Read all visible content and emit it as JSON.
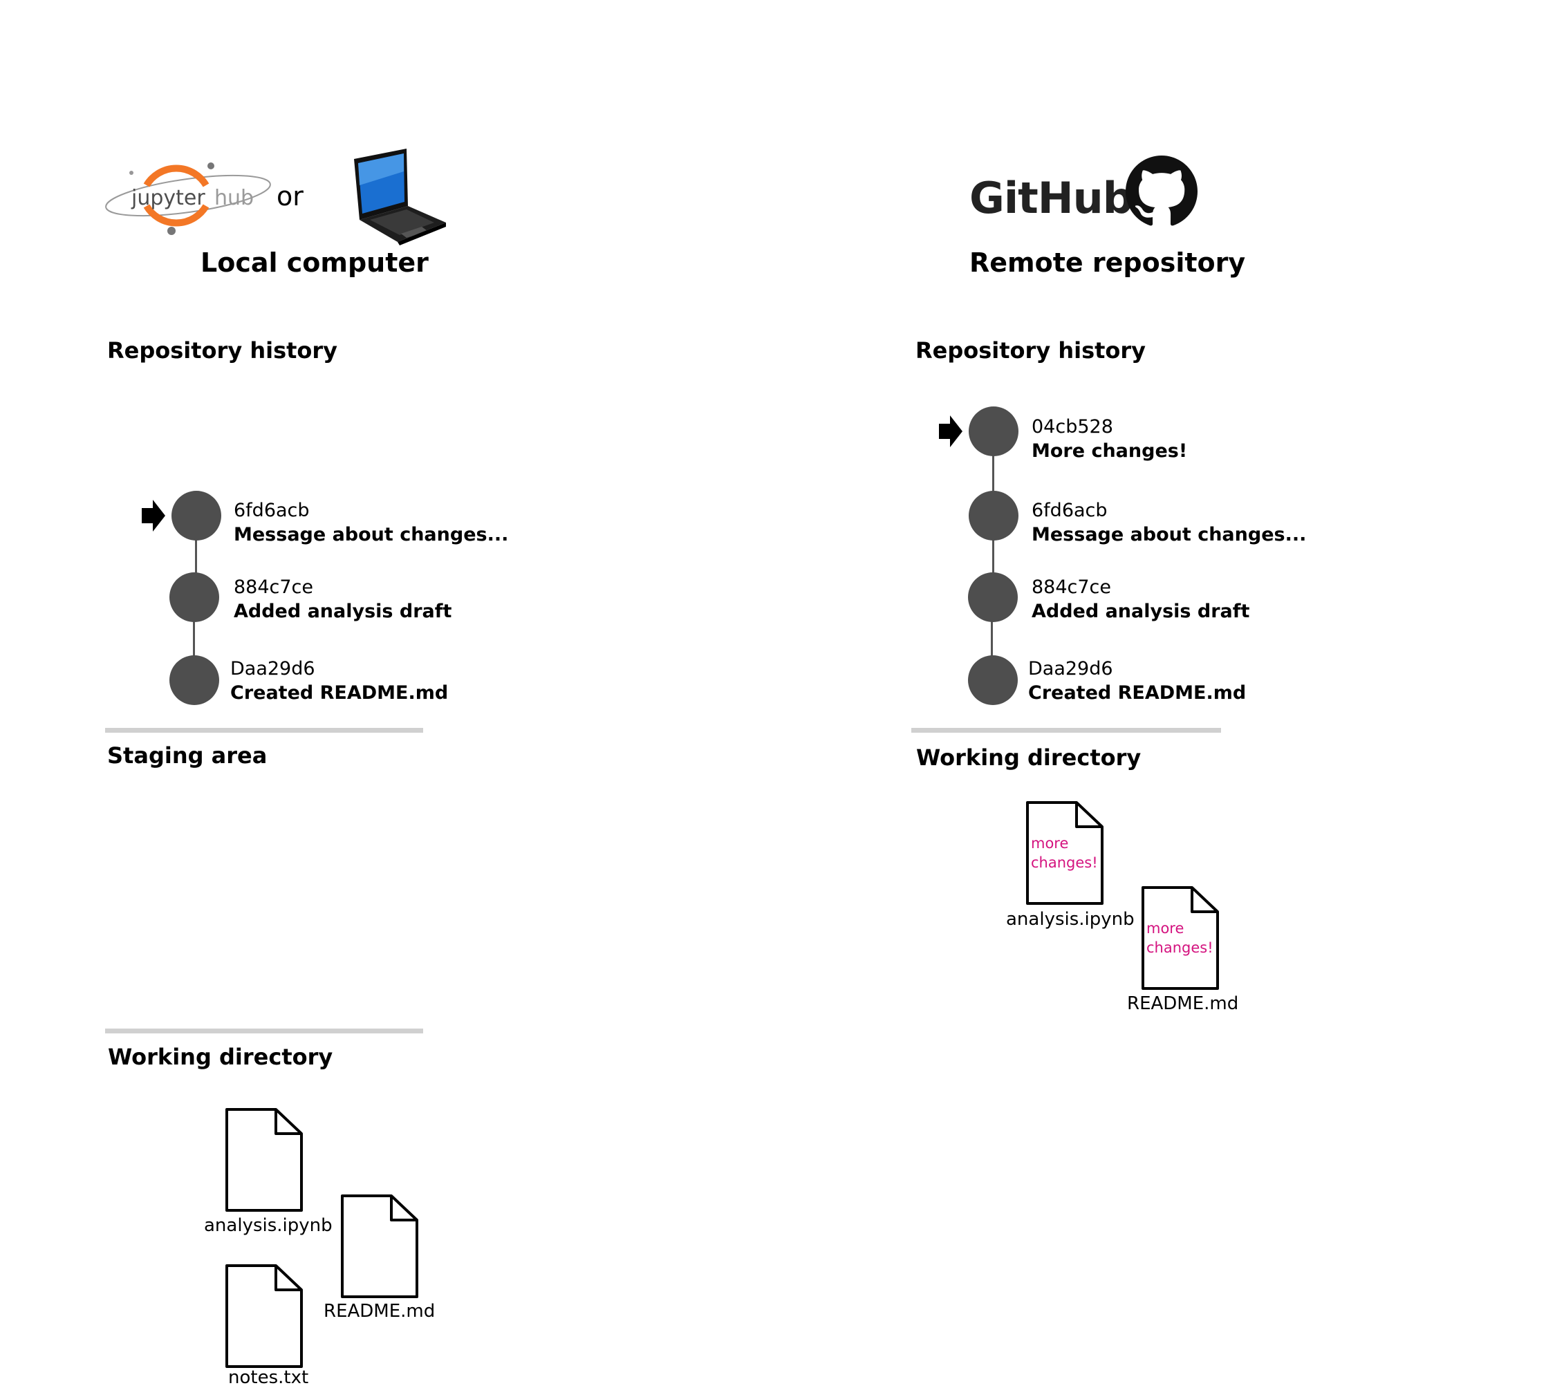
{
  "local": {
    "logo_text_a": "jupyter",
    "logo_text_b": "hub",
    "or_label": "or",
    "title": "Local computer",
    "history_heading": "Repository history",
    "commits": [
      {
        "hash": "6fd6acb",
        "message": "Message about changes...",
        "head": true
      },
      {
        "hash": "884c7ce",
        "message": "Added analysis draft",
        "head": false
      },
      {
        "hash": "Daa29d6",
        "message": "Created README.md",
        "head": false
      }
    ],
    "staging_heading": "Staging area",
    "working_heading": "Working directory",
    "files": [
      {
        "name": "analysis.ipynb",
        "note": ""
      },
      {
        "name": "README.md",
        "note": ""
      },
      {
        "name": "notes.txt",
        "note": ""
      }
    ]
  },
  "remote": {
    "logo_word": "GitHub",
    "title": "Remote repository",
    "history_heading": "Repository history",
    "commits": [
      {
        "hash": "04cb528",
        "message": "More changes!",
        "head": true
      },
      {
        "hash": "6fd6acb",
        "message": "Message about changes...",
        "head": false
      },
      {
        "hash": "884c7ce",
        "message": "Added analysis draft",
        "head": false
      },
      {
        "hash": "Daa29d6",
        "message": "Created README.md",
        "head": false
      }
    ],
    "working_heading": "Working directory",
    "files": [
      {
        "name": "analysis.ipynb",
        "note": "more changes!"
      },
      {
        "name": "README.md",
        "note": "more changes!"
      }
    ]
  },
  "colors": {
    "commit_dot": "#4e4e4e",
    "separator": "#d0d0d0",
    "note_text": "#d4137f",
    "jupyter_orange": "#f37726"
  },
  "icons": [
    "jupyterhub-logo",
    "laptop-icon",
    "github-octocat-icon",
    "head-arrow-icon",
    "file-icon"
  ]
}
